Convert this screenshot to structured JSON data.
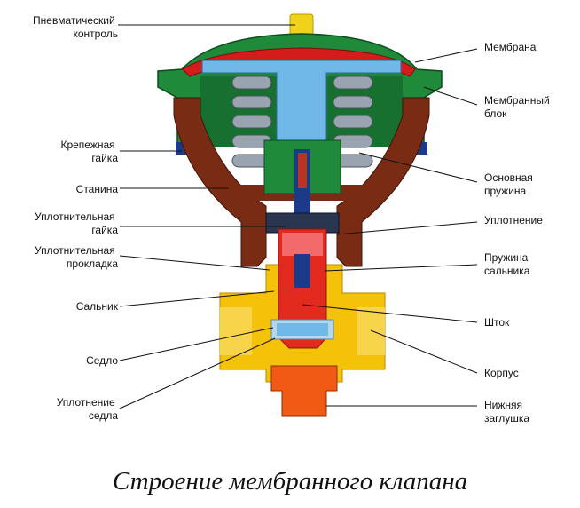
{
  "caption": "Строение мембранного клапана",
  "labels": {
    "pneumatic_control": [
      "Пневматический",
      "контроль"
    ],
    "membrane": [
      "Мембрана"
    ],
    "membrane_block": [
      "Мембранный",
      "блок"
    ],
    "mounting_nut": [
      "Крепежная",
      "гайка"
    ],
    "frame": [
      "Станина"
    ],
    "main_spring": [
      "Основная",
      "пружина"
    ],
    "sealing_nut": [
      "Уплотнительная",
      "гайка"
    ],
    "seal": [
      "Уплотнение"
    ],
    "sealing_gasket": [
      "Уплотнительная",
      "прокладка"
    ],
    "gland_spring": [
      "Пружина",
      "сальника"
    ],
    "gland": [
      "Сальник"
    ],
    "stem": [
      "Шток"
    ],
    "seat": [
      "Седло"
    ],
    "body": [
      "Корпус"
    ],
    "seat_seal": [
      "Уплотнение",
      "седла"
    ],
    "bottom_plug": [
      "Нижняя",
      "заглушка"
    ]
  },
  "colors": {
    "cover": "#1f8a3a",
    "membrane": "#d41c1c",
    "plate": "#6fb8e8",
    "spring": "#9aa4b0",
    "frame": "#7a2b14",
    "body": "#f5c20a",
    "stem": "#e22a1e",
    "plug": "#f05a14",
    "bonnet_blue": "#1d3a8a"
  }
}
